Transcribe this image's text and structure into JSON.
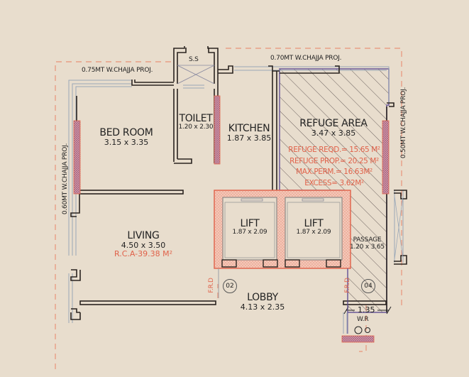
{
  "plan": {
    "background": "#e8ddcd",
    "wall_color": "#2a2420",
    "accent_red": "#e0624a",
    "accent_purple": "#6a5a9a",
    "window_color": "#9aa8b8"
  },
  "rooms": {
    "bedroom": {
      "name": "BED ROOM",
      "dim": "3.15 x 3.35"
    },
    "toilet": {
      "name": "TOILET",
      "dim": "1.20 x 2.30"
    },
    "kitchen": {
      "name": "KITCHEN",
      "dim": "1.87 x 3.85"
    },
    "refuge": {
      "name": "REFUGE AREA",
      "dim": "3.47 x 3.85"
    },
    "living": {
      "name": "LIVING",
      "dim": "4.50 x 3.50",
      "rca": "R.C.A-39.38 M²"
    },
    "lift1": {
      "name": "LIFT",
      "dim": "1.87 x 2.09"
    },
    "lift2": {
      "name": "LIFT",
      "dim": "1.87 x 2.09"
    },
    "passage": {
      "name": "PASSAGE",
      "dim": "1.20 x 3.65"
    },
    "lobby": {
      "name": "LOBBY",
      "dim": "4.13 x 2.35"
    },
    "ss": {
      "name": "S.S"
    },
    "wr": {
      "name": "W.R"
    }
  },
  "refuge_notes": [
    "REFUGE REQD.=  15.65 M²",
    "REFUGE PROP.=  20.25 M²",
    "MAX.PERM.=  16.63M²",
    "EXCESS=  3.62M²"
  ],
  "chajja": {
    "top_left": "0.75MT  W.CHAJJA PROJ.",
    "top_right": "0.70MT  W.CHAJJA PROJ.",
    "left": "0.60MT  W.CHAJJA PROJ.",
    "right": "0.50MT  W.CHAJJA PROJ."
  },
  "frd": {
    "left": "F.R.D",
    "right": "F.R.D"
  },
  "tags": {
    "t02": "02",
    "t04": "04"
  },
  "dimension": {
    "wr_width": "1.35"
  }
}
